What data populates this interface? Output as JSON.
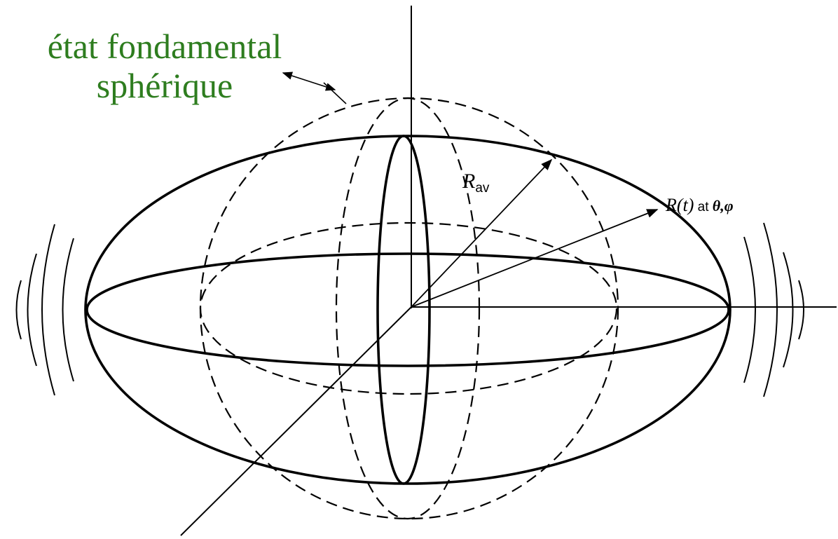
{
  "colors": {
    "ink": "#000000",
    "annotation_green": "#2e7d1f",
    "background": "#ffffff"
  },
  "annotation": {
    "line1": "état fondamental",
    "line2": "sphérique"
  },
  "labels": {
    "r_av_main": "R",
    "r_av_sub": "av",
    "r_t_func": "R(t)",
    "r_t_at": "at",
    "r_t_angles": "θ,φ"
  }
}
